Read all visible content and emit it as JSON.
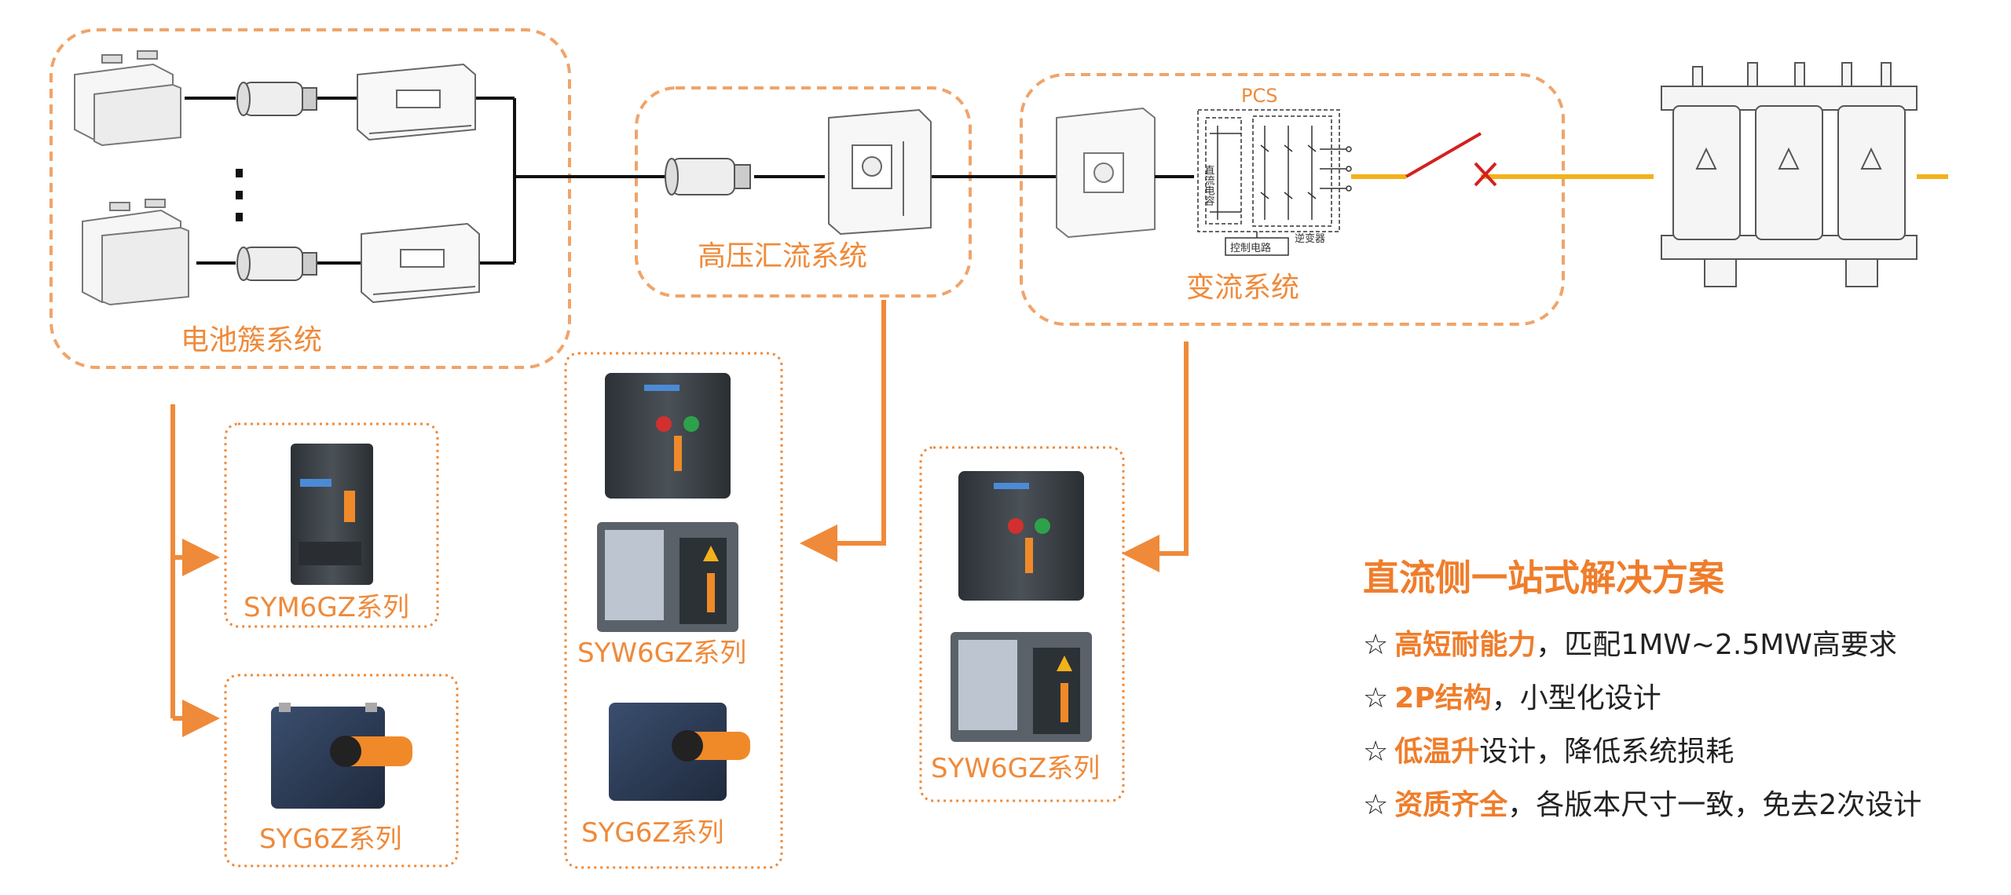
{
  "groups": {
    "battery": "电池簇系统",
    "hv_combiner": "高压汇流系统",
    "converter": "变流系统",
    "pcs": "PCS",
    "pcs_dc_cap": "直流电容",
    "pcs_control": "控制电路",
    "pcs_inverter": "逆变器"
  },
  "products": [
    {
      "label": "SYM6GZ系列"
    },
    {
      "label": "SYG6Z系列"
    },
    {
      "label": "SYW6GZ系列"
    },
    {
      "label": "SYG6Z系列"
    },
    {
      "label": "SYW6GZ系列"
    }
  ],
  "solution": {
    "title": "直流侧一站式解决方案",
    "items": [
      {
        "bullet": "☆",
        "highlight": "高短耐能力",
        "rest": "，匹配1MW~2.5MW高要求"
      },
      {
        "bullet": "☆",
        "highlight": "2P结构",
        "rest": "，小型化设计"
      },
      {
        "bullet": "☆",
        "highlight": "低温升",
        "rest": "设计，降低系统损耗"
      },
      {
        "bullet": "☆",
        "highlight": "资质齐全",
        "rest": "，各版本尺寸一致，免去2次设计"
      }
    ]
  },
  "colors": {
    "accent": "#ef8a3a",
    "ac_line": "#f2b21a",
    "switch": "#d42020",
    "breaker_body": "#3c4247"
  }
}
